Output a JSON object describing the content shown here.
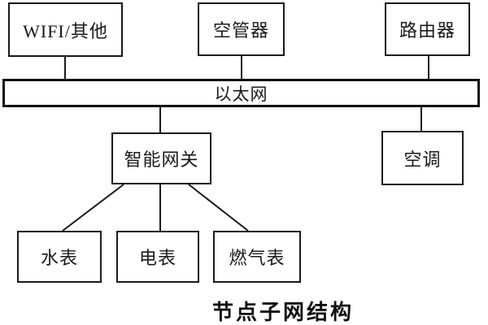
{
  "diagram": {
    "caption": "节点子网结构",
    "bus": {
      "label": "以太网"
    },
    "nodes": {
      "wifi": {
        "label": "WIFI/其他"
      },
      "air_controller": {
        "label": "空管器"
      },
      "router": {
        "label": "路由器"
      },
      "gateway": {
        "label": "智能网关"
      },
      "air_conditioner": {
        "label": "空调"
      },
      "water_meter": {
        "label": "水表"
      },
      "electric_meter": {
        "label": "电表"
      },
      "gas_meter": {
        "label": "燃气表"
      }
    },
    "colors": {
      "line": "#1a1a1a",
      "bus_border": "#111111",
      "background": "#ffffff",
      "text": "#1a1a1a"
    }
  }
}
